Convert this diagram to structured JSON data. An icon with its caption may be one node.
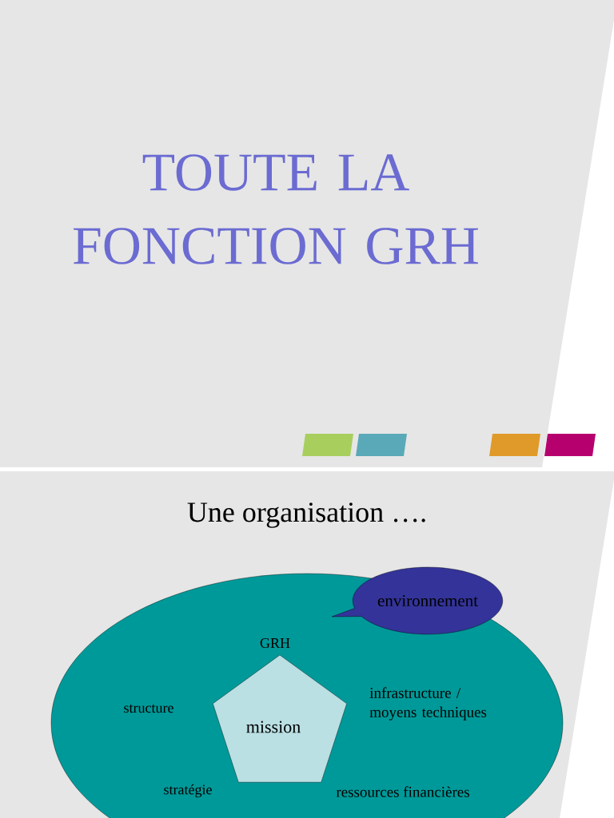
{
  "diagram": {
    "title": "TOUTE LA FONCTION GRH",
    "nodes": [
      {
        "text": [],
        "shape": "ellipse"
      },
      {
        "text": [
          "mission"
        ],
        "in": 0
      },
      {
        "text": [
          "environnement"
        ]
      }
    ],
    "labels": [
      "Une organisation ….",
      "GRH",
      "structure",
      "infrastructure / moyens techniques",
      "stratégie",
      "ressources financières"
    ]
  }
}
